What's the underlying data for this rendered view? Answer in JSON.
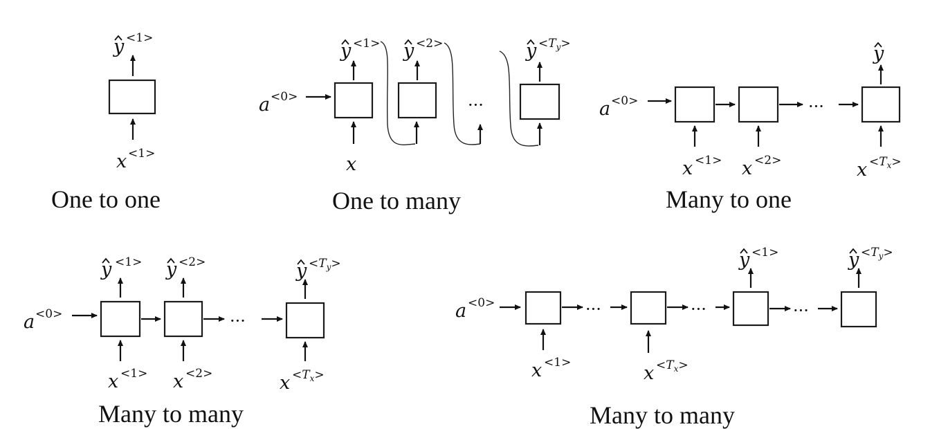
{
  "captions": {
    "one_to_one": "One to one",
    "one_to_many": "One to many",
    "many_to_one": "Many to one",
    "many_to_many_left": "Many to many",
    "many_to_many_right": "Many to many"
  },
  "symbols": {
    "x": "x",
    "y": "y",
    "a": "a",
    "ellipsis": "···",
    "t_idx": "1",
    "t_idx_2": "2",
    "init_idx": "0",
    "ty_T": "T",
    "ty_sub": "y",
    "tx_sub": "x"
  }
}
